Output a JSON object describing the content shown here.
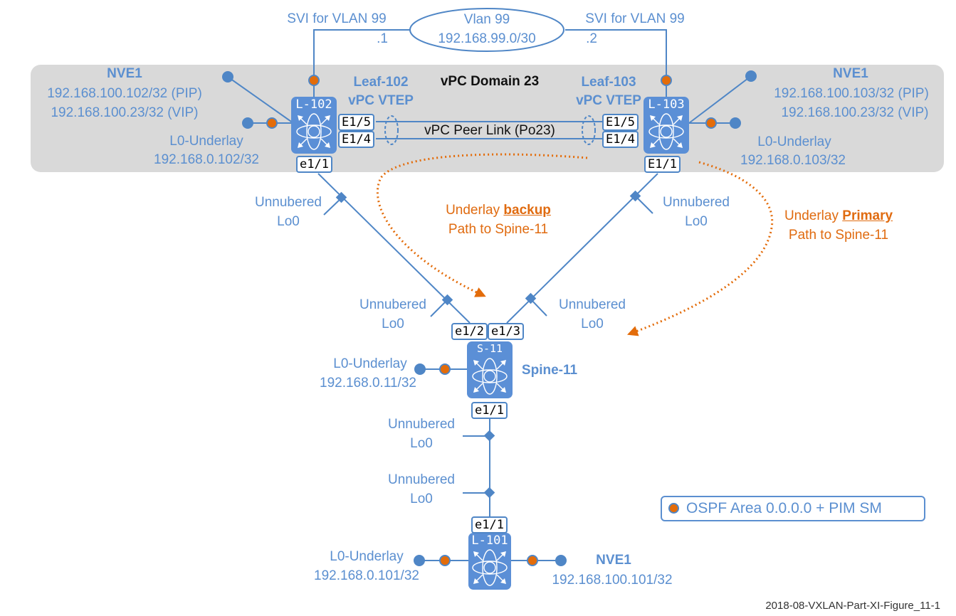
{
  "figure_id": "2018-08-VXLAN-Part-XI-Figure_11-1",
  "colors": {
    "accent_blue": "#5b8fd0",
    "switch_blue": "#5b8fd6",
    "ospf_orange": "#e36c0a",
    "vpc_domain_bg": "#d9d9d9"
  },
  "vlan": {
    "title": "Vlan 99",
    "subnet": "192.168.99.0/30"
  },
  "svi": {
    "left": {
      "label": "SVI for VLAN 99",
      "host": ".1"
    },
    "right": {
      "label": "SVI for VLAN 99",
      "host": ".2"
    }
  },
  "vpc_domain": {
    "title": "vPC Domain 23",
    "peer_link": "vPC Peer Link (Po23)"
  },
  "switches": {
    "l102": {
      "name": "L-102",
      "role_line1": "Leaf-102",
      "role_line2": "vPC VTEP",
      "nve_title": "NVE1",
      "nve_pip": "192.168.100.102/32 (PIP)",
      "nve_vip": "192.168.100.23/32 (VIP)",
      "lo_title": "L0-Underlay",
      "lo_ip": "192.168.0.102/32",
      "ports": {
        "peer1": "E1/5",
        "peer2": "E1/4",
        "uplink": "e1/1"
      }
    },
    "l103": {
      "name": "L-103",
      "role_line1": "Leaf-103",
      "role_line2": "vPC VTEP",
      "nve_title": "NVE1",
      "nve_pip": "192.168.100.103/32 (PIP)",
      "nve_vip": "192.168.100.23/32 (VIP)",
      "lo_title": "L0-Underlay",
      "lo_ip": "192.168.0.103/32",
      "ports": {
        "peer1": "E1/5",
        "peer2": "E1/4",
        "uplink": "E1/1"
      }
    },
    "s11": {
      "name": "S-11",
      "role": "Spine-11",
      "lo_title": "L0-Underlay",
      "lo_ip": "192.168.0.11/32",
      "ports": {
        "left": "e1/2",
        "right": "e1/3",
        "down": "e1/1"
      }
    },
    "l101": {
      "name": "L-101",
      "lo_title": "L0-Underlay",
      "lo_ip": "192.168.0.101/32",
      "nve_title": "NVE1",
      "nve_ip": "192.168.100.101/32",
      "ports": {
        "up": "e1/1"
      }
    }
  },
  "unnumbered": {
    "line1": "Unnubered",
    "line2": "Lo0"
  },
  "paths": {
    "backup": {
      "prefix": "Underlay ",
      "emph": "backup",
      "line2": "Path to Spine-11"
    },
    "primary": {
      "prefix": "Underlay ",
      "emph": "Primary",
      "line2": "Path to Spine-11"
    }
  },
  "legend": {
    "label": "OSPF Area 0.0.0.0 + PIM SM"
  }
}
